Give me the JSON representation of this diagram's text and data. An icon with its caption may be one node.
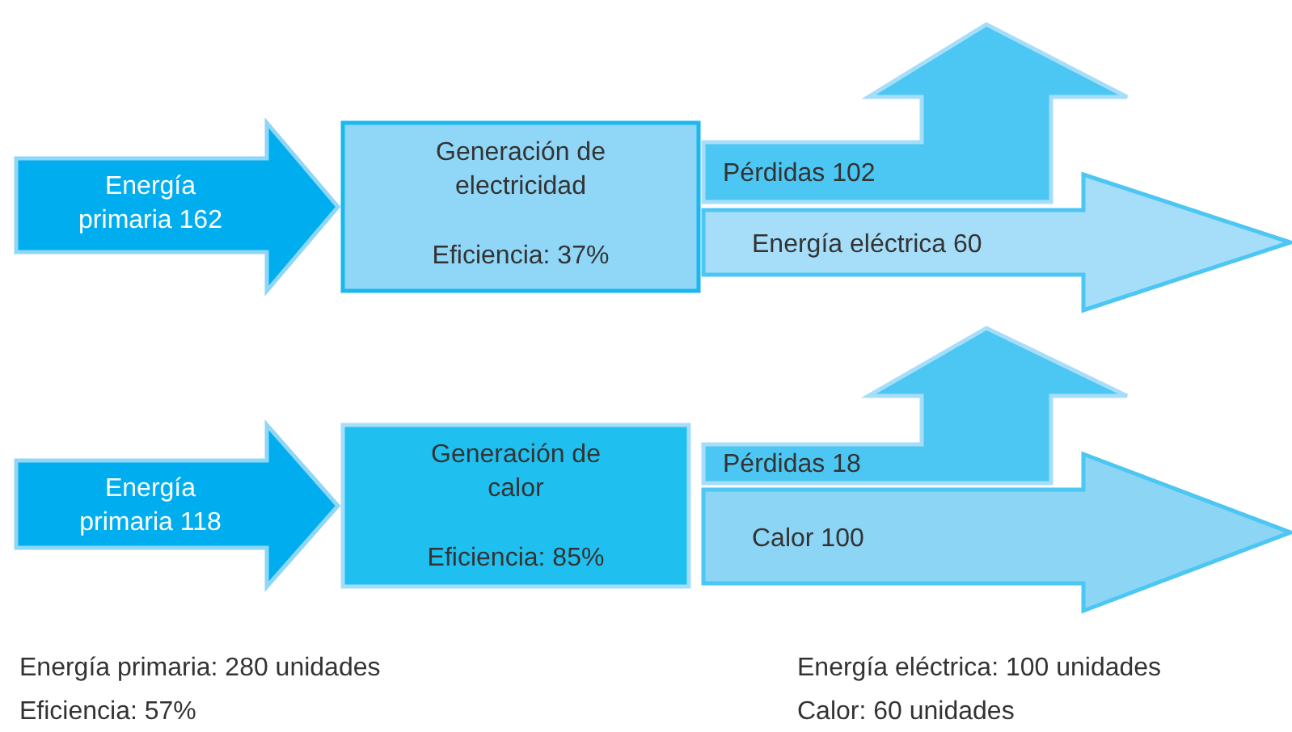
{
  "diagram": {
    "nodes": [
      {
        "text": [
          "Energía primaria 162"
        ]
      },
      {
        "text": [
          "Generación de electricidad",
          "Eficiencia: 37%"
        ]
      },
      {
        "text": [
          "Pérdidas 102"
        ]
      },
      {
        "text": [
          "Energía eléctrica 60"
        ]
      },
      {
        "text": [
          "Energía primaria 118"
        ]
      },
      {
        "text": [
          "Generación de calor",
          "Eficiencia: 85%"
        ]
      },
      {
        "text": [
          "Pérdidas 18"
        ]
      },
      {
        "text": [
          "Calor 100"
        ]
      }
    ],
    "labels": [
      "Energía primaria: 280 unidades",
      "Energía eléctrica: 100 unidades",
      "Eficiencia: 57%",
      "Calor: 60 unidades"
    ]
  }
}
